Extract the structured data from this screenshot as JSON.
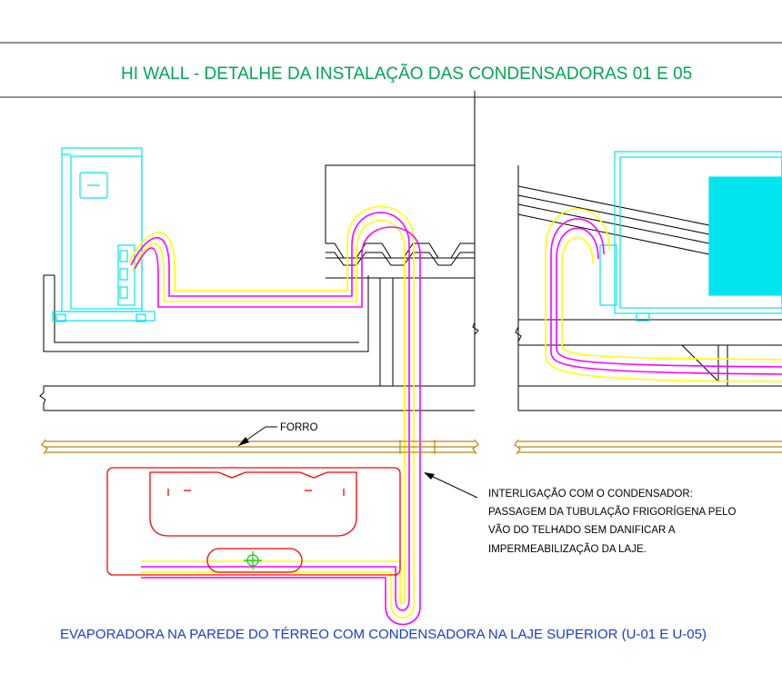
{
  "title": "HI WALL - DETALHE DA INSTALAÇÃO DAS CONDENSADORAS 01 E 05",
  "caption": "EVAPORADORA NA PAREDE DO TÉRREO COM CONDENSADORA NA LAJE SUPERIOR (U-01 E U-05)",
  "labels": {
    "forro": "FORRO",
    "note": [
      "INTERLIGAÇÃO COM O CONDENSADOR:",
      "PASSAGEM DA TUBULAÇÃO FRIGORÍGENA PELO",
      "VÃO DO TELHADO SEM DANIFICAR A",
      "IMPERMEABILIZAÇÃO DA LAJE."
    ]
  },
  "colors": {
    "title": "#00a651",
    "caption": "#1a3ccf",
    "condenser": "#00e5ee",
    "pipe_outer": "#ffff00",
    "pipe_inner": "#ff00ff",
    "evaporator": "#ff0000",
    "ceiling": "#b8860b",
    "structure": "#000000",
    "center_mark": "#00cc00"
  }
}
